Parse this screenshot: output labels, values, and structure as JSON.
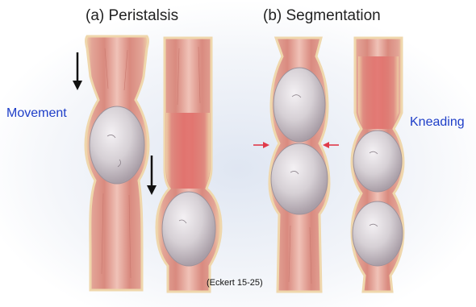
{
  "titles": {
    "peristalsis": "(a) Peristalsis",
    "segmentation": "(b) Segmentation"
  },
  "labels": {
    "movement": "Movement",
    "kneading": "Kneading",
    "citation": "(Eckert 15-25)"
  },
  "colors": {
    "tube_wall": "#d9867c",
    "tube_wall_dark": "#c26a60",
    "tube_lumen_stripe": "#f2c4bb",
    "tube_edge": "#f3dfb8",
    "bolus_fill": "#d9d4d8",
    "bolus_highlight": "#f1eef1",
    "bolus_edge": "#a49aa2",
    "arrow_black": "#111111",
    "arrow_red": "#e03a4a",
    "label_blue": "#1e3ec8",
    "background_glow": "#e6ebf4"
  }
}
